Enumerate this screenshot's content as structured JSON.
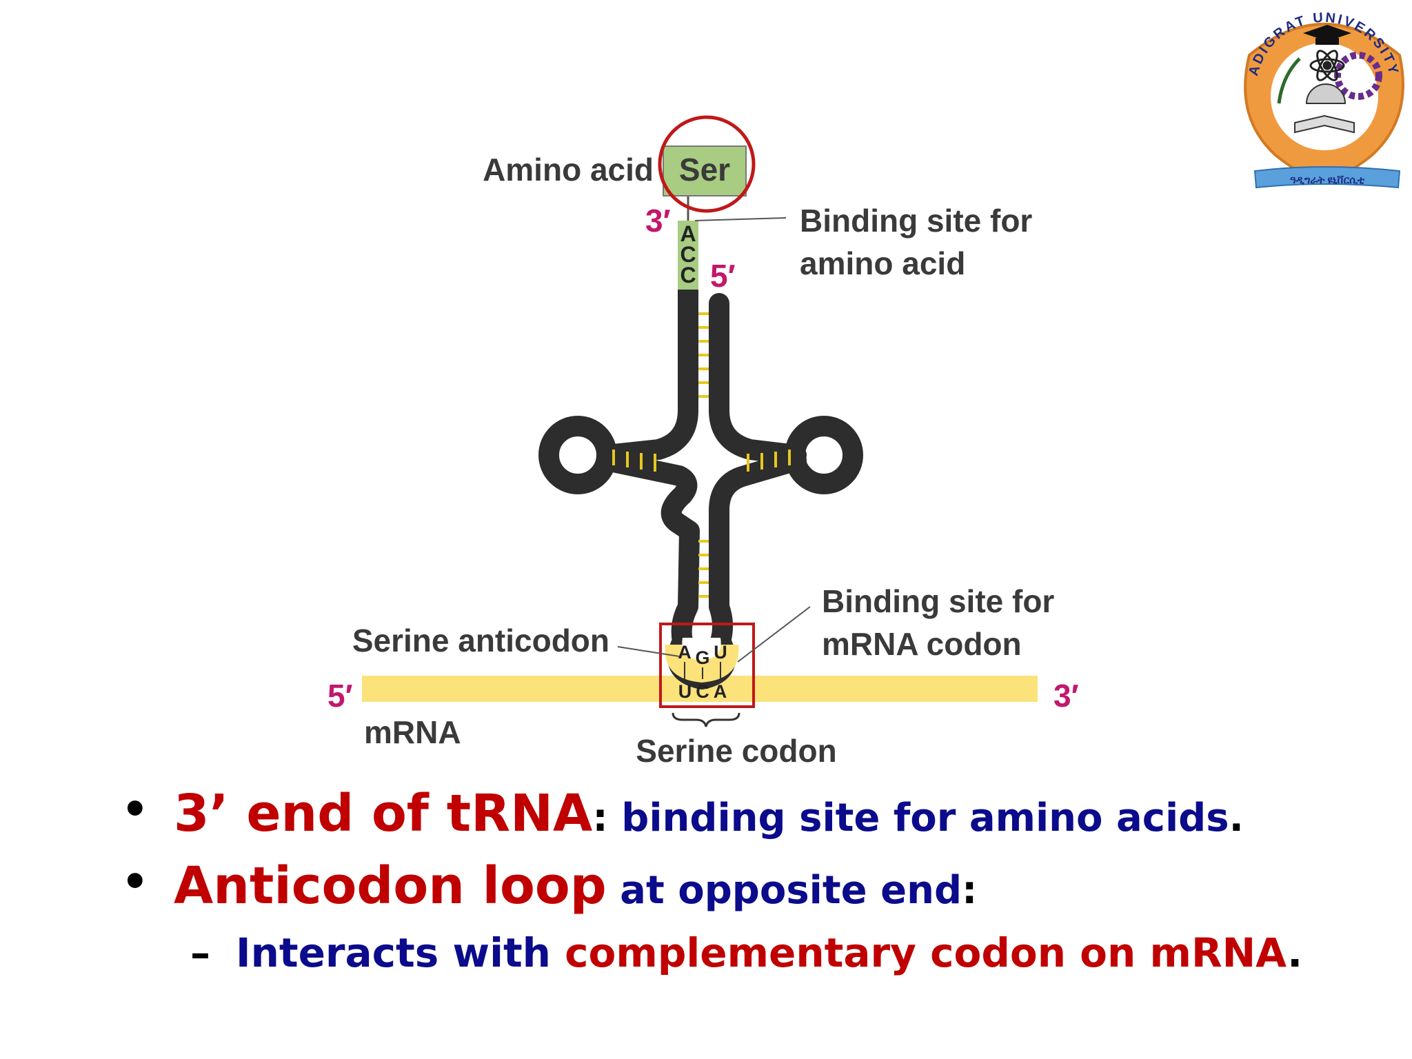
{
  "diagram": {
    "amino_acid_label": "Amino acid",
    "amino_acid": "Ser",
    "three_prime_top": "3′",
    "five_prime_top": "5′",
    "acceptor_bases": [
      "A",
      "C",
      "C"
    ],
    "binding_amino_line1": "Binding site for",
    "binding_amino_line2": "amino acid",
    "binding_mrna_line1": "Binding site for",
    "binding_mrna_line2": "mRNA codon",
    "anticodon_label": "Serine anticodon",
    "anticodon_bases": [
      "A",
      "G",
      "U"
    ],
    "codon_bases": "UCA",
    "mrna_label": "mRNA",
    "mrna_five": "5′",
    "mrna_three": "3′",
    "codon_label": "Serine codon"
  },
  "logo": {
    "top_text": "ADIGRAT UNIVERSITY",
    "bottom_text": "ዓዲግራት ዩኒቨርሲቲ"
  },
  "bullets": {
    "b1_highlight": "3’ end of tRNA",
    "b1_colon": ":",
    "b1_text": " binding site for amino acids",
    "b1_end": ".",
    "b2_highlight": "Anticodon loop",
    "b2_text": " at opposite end",
    "b2_end": ":",
    "sub_dash": "–",
    "sub_text": "Interacts with ",
    "sub_highlight": "complementary codon on mRNA",
    "sub_end": "."
  },
  "colors": {
    "highlight_red": "#c00000",
    "text_blue": "#0b0b8c",
    "prime_magenta": "#c2186c",
    "strand": "#2d2d2d",
    "mrna_yellow": "#fce27a",
    "amino_green": "#a8cc82"
  }
}
